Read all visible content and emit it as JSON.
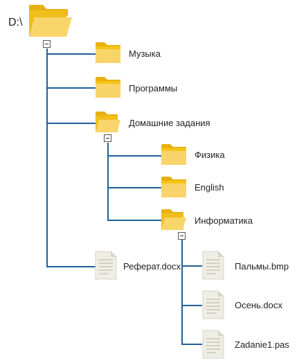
{
  "root": {
    "label": "D:\\"
  },
  "nodes": {
    "muzyka": {
      "label": "Музыка"
    },
    "programmy": {
      "label": "Программы"
    },
    "domashnie": {
      "label": "Домашние задания"
    },
    "fizika": {
      "label": "Физика"
    },
    "english": {
      "label": "English"
    },
    "informatika": {
      "label": "Информатика"
    },
    "referat": {
      "label": "Реферат.docx"
    },
    "palmy": {
      "label": "Пальмы.bmp"
    },
    "osen": {
      "label": "Осень.docx"
    },
    "zadanie": {
      "label": "Zadanie1.pas"
    }
  },
  "colors": {
    "line": "#1f5f99",
    "folder": "#f5c518",
    "folder_dark": "#e8b10f",
    "doc": "#efeee6"
  }
}
